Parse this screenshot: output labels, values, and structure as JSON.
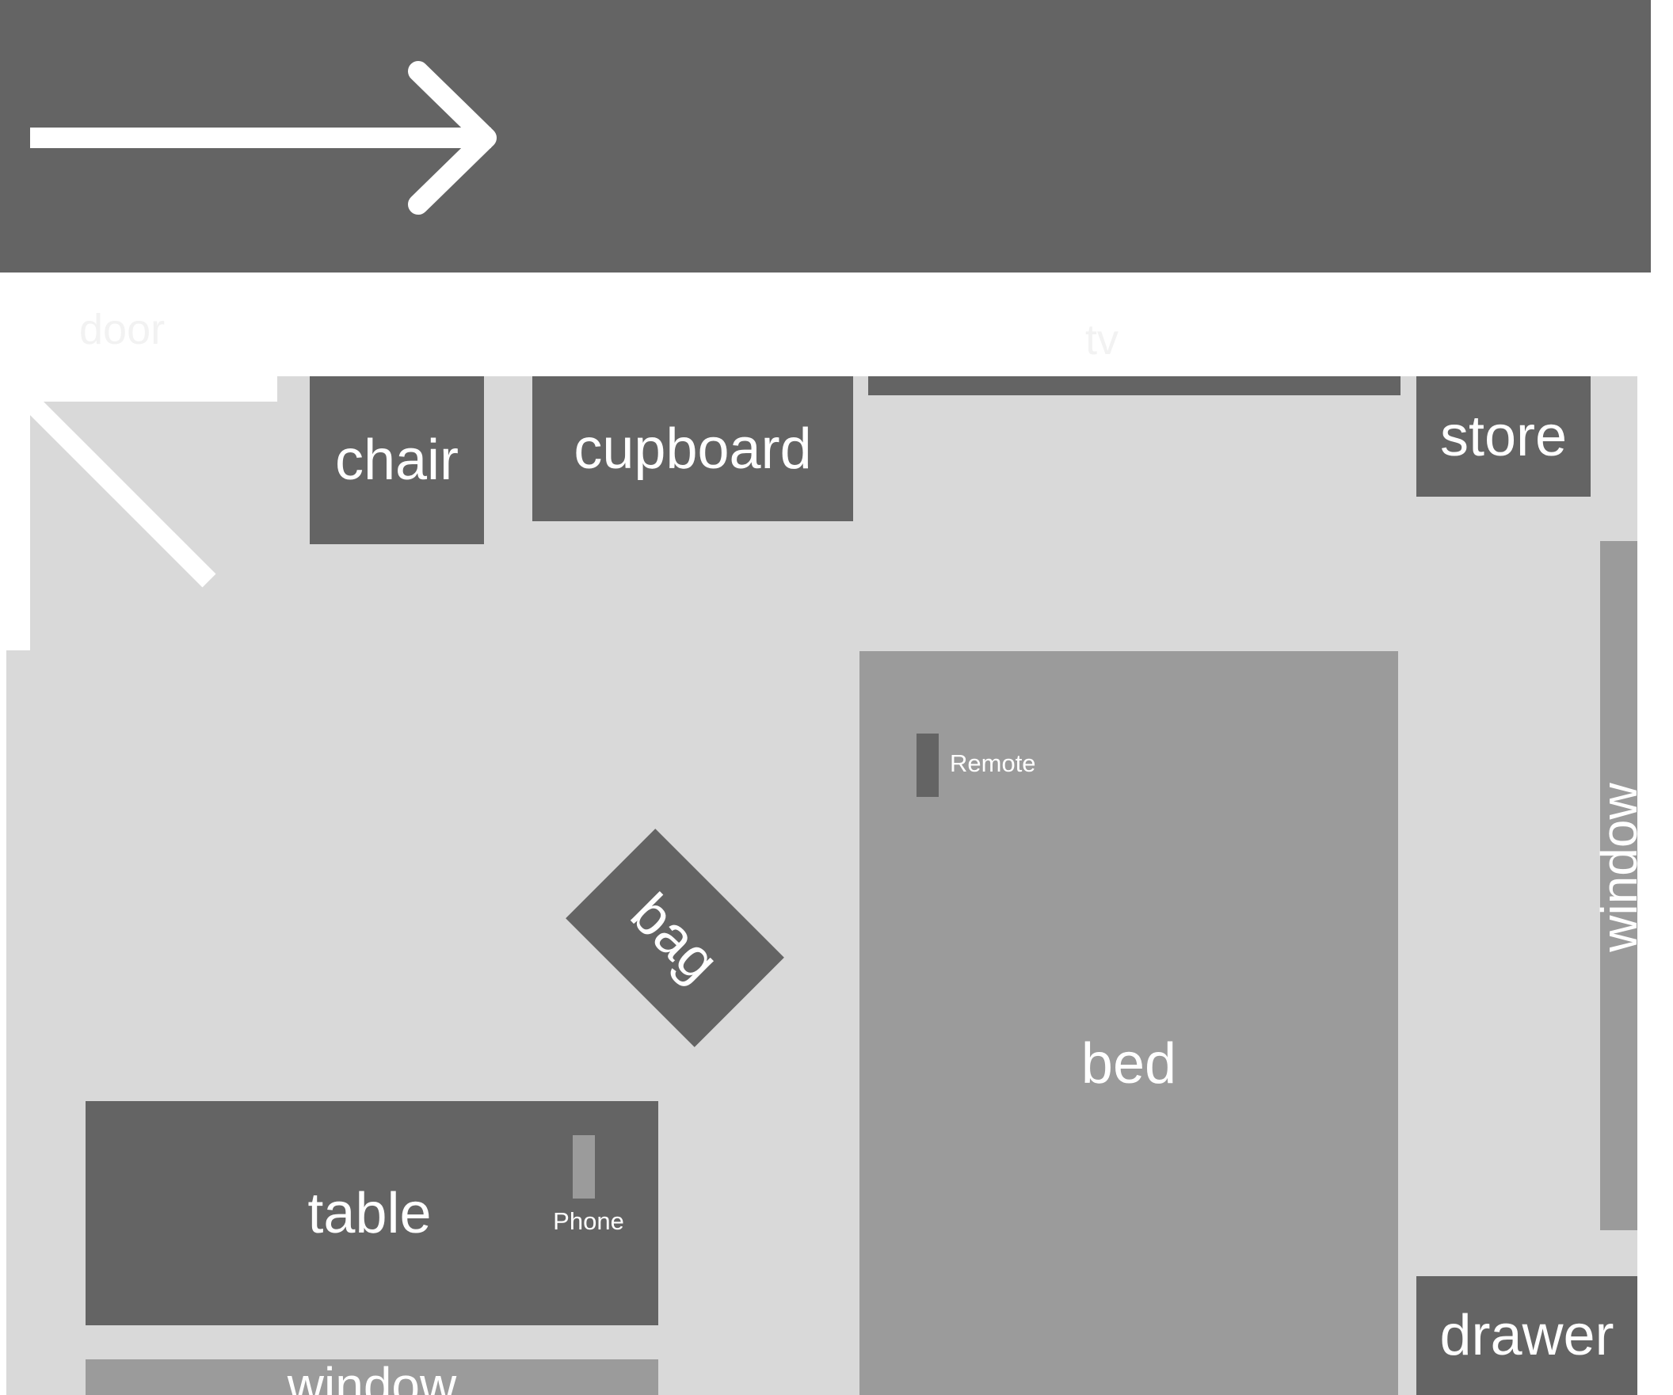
{
  "colors": {
    "dark": "#646464",
    "mid": "#9b9b9b",
    "floor": "#d9d9d9",
    "background": "#ffffff",
    "text": "#ffffff"
  },
  "top_band": {
    "icon": "arrow-right-icon"
  },
  "labels": {
    "door": "door",
    "tv": "tv",
    "chair": "chair",
    "cupboard": "cupboard",
    "store": "store",
    "bag": "bag",
    "bed": "bed",
    "remote": "Remote",
    "table": "table",
    "phone": "Phone",
    "window_right": "window",
    "window_bottom": "window",
    "drawer": "drawer"
  }
}
